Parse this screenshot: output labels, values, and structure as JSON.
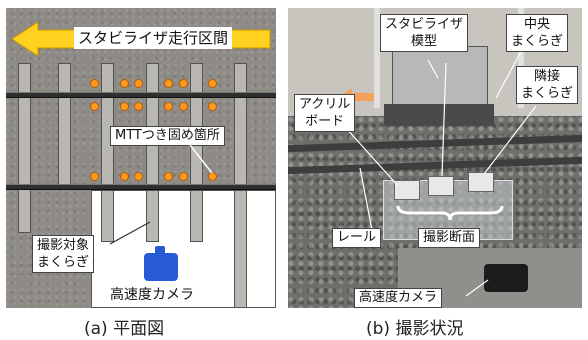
{
  "panel_a": {
    "direction_label": "スタビライザ走行区間",
    "mtt_label": "MTTつき固め箇所",
    "target_label_line1": "撮影対象",
    "target_label_line2": "まくらぎ",
    "camera_label": "高速度カメラ",
    "caption": "(a) 平面図"
  },
  "panel_b": {
    "stabilizer_label_line1": "スタビライザ",
    "stabilizer_label_line2": "模型",
    "center_sleeper_line1": "中央",
    "center_sleeper_line2": "まくらぎ",
    "adjacent_sleeper_line1": "隣接",
    "adjacent_sleeper_line2": "まくらぎ",
    "acrylic_line1": "アクリル",
    "acrylic_line2": "ボード",
    "rail_label": "レール",
    "section_label": "撮影断面",
    "camera_label": "高速度カメラ",
    "caption": "(b) 撮影状況"
  },
  "colors": {
    "arrow": "#ffd21f",
    "tamping_dot": "#ff9a1f",
    "camera": "#2a5bd7"
  }
}
